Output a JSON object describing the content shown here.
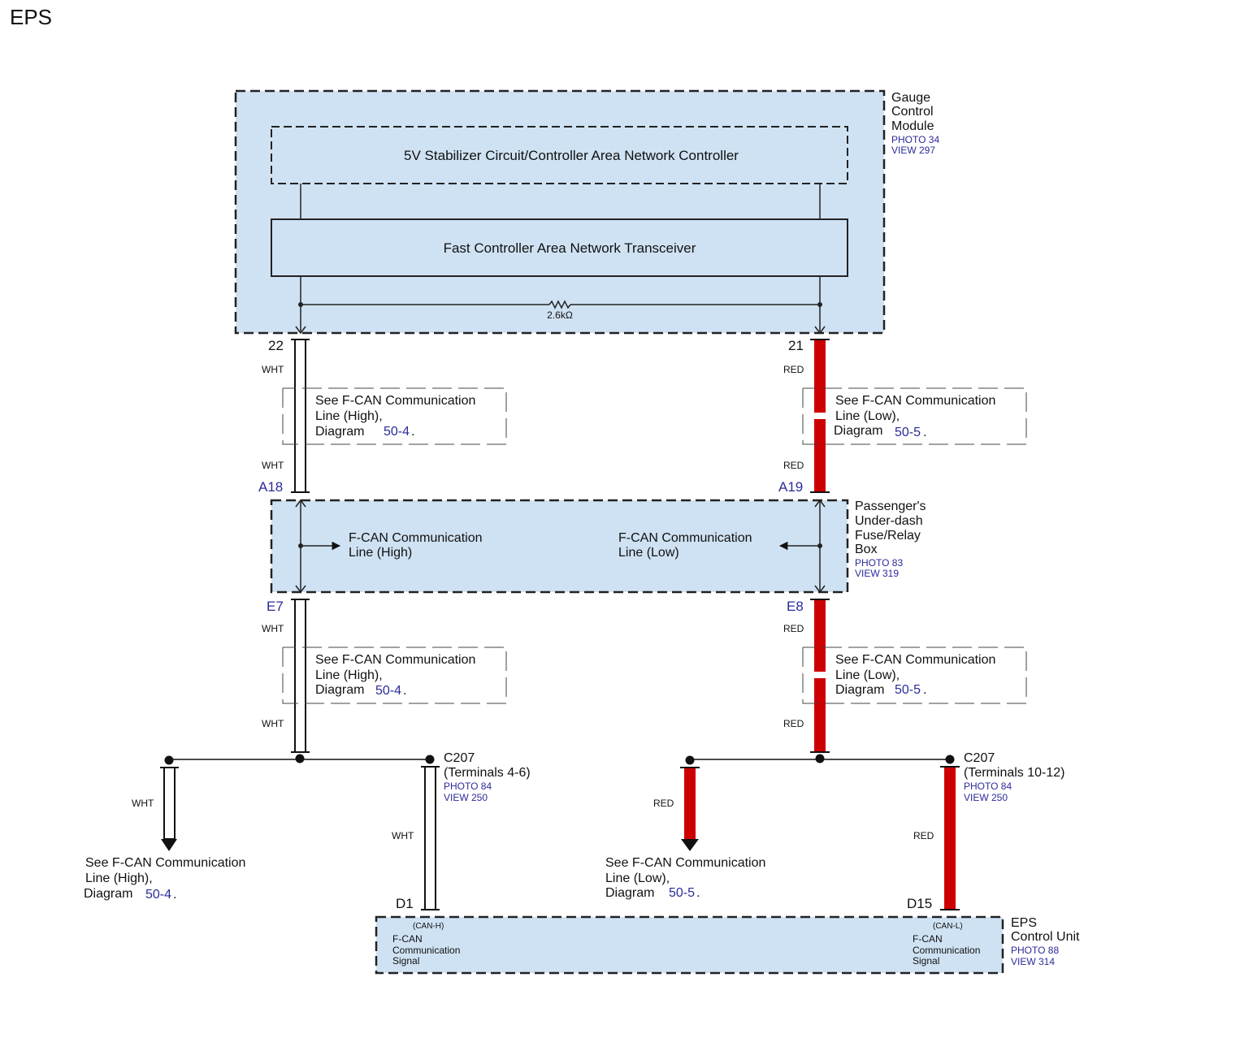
{
  "title": "EPS",
  "colors": {
    "module_fill": "#cfe2f3",
    "red_wire": "#cc0000",
    "link_blue": "#2b2b9a"
  },
  "gauge_module": {
    "name_lines": [
      "Gauge",
      "Control",
      "Module"
    ],
    "photo": "PHOTO 34",
    "view": "VIEW 297",
    "stabilizer": "5V Stabilizer Circuit/Controller Area Network Controller",
    "transceiver": "Fast Controller Area Network Transceiver",
    "resistor": "2.6kΩ",
    "pin_left": "22",
    "pin_right": "21"
  },
  "fuse_box": {
    "name_lines": [
      "Passenger's",
      "Under-dash",
      "Fuse/Relay",
      "Box"
    ],
    "photo": "PHOTO 83",
    "view": "VIEW 319",
    "high_line": [
      "F-CAN Communication",
      "Line (High)"
    ],
    "low_line": [
      "F-CAN Communication",
      "Line (Low)"
    ],
    "pin_top_left": "A18",
    "pin_top_right": "A19",
    "pin_bot_left": "E7",
    "pin_bot_right": "E8"
  },
  "wire_colors": {
    "white": "WHT",
    "red": "RED"
  },
  "notes": {
    "high": [
      "See F-CAN Communication",
      "Line (High),",
      "Diagram"
    ],
    "high_diagram": "50-4",
    "low": [
      "See F-CAN Communication",
      "Line (Low),",
      "Diagram"
    ],
    "low_diagram": "50-5",
    "period": "."
  },
  "connector_left": {
    "name": "C207",
    "terminals": "(Terminals 4-6)",
    "photo": "PHOTO 84",
    "view": "VIEW 250"
  },
  "connector_right": {
    "name": "C207",
    "terminals": "(Terminals 10-12)",
    "photo": "PHOTO 84",
    "view": "VIEW 250"
  },
  "eps_unit": {
    "name_lines": [
      "EPS",
      "Control Unit"
    ],
    "photo": "PHOTO 88",
    "view": "VIEW 314",
    "pin_left": "D1",
    "pin_right": "D15",
    "left_tag": "(CAN-H)",
    "right_tag": "(CAN-L)",
    "signal_lines": [
      "F-CAN",
      "Communication",
      "Signal"
    ]
  }
}
